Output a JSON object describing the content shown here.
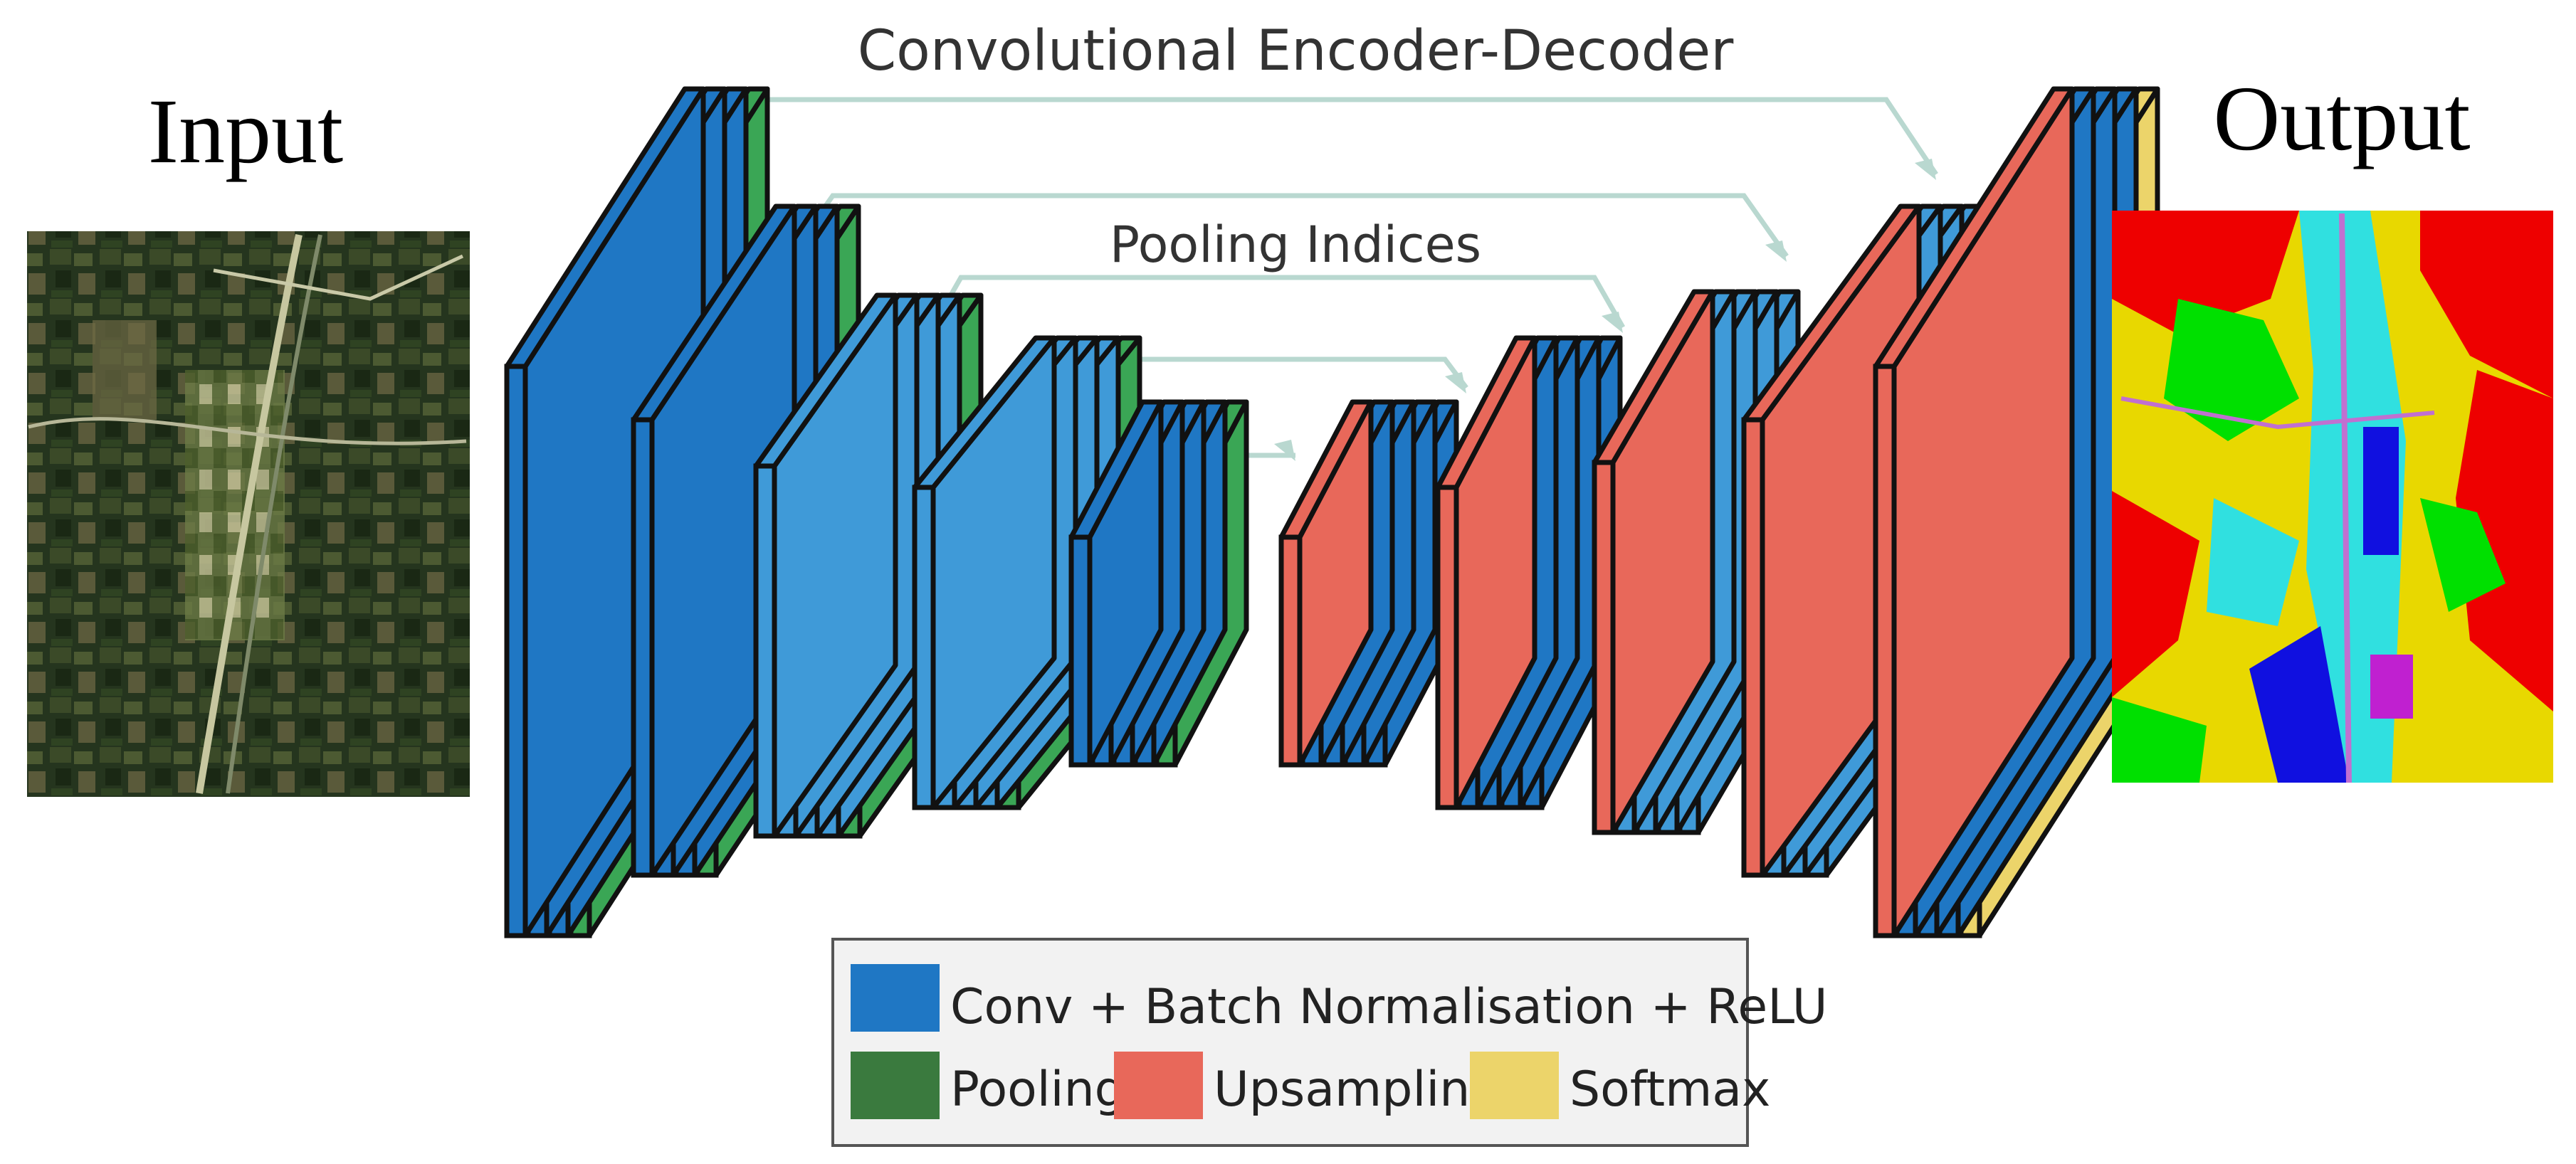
{
  "title": "Convolutional Encoder-Decoder",
  "skip_label": "Pooling Indices",
  "input_label": "Input",
  "output_label": "Output",
  "colors": {
    "conv": "#1f77c4",
    "conv_light": "#3f9ad8",
    "pool": "#3aa655",
    "upsample": "#e8685a",
    "softmax": "#ecd46a",
    "connector": "#b9d8d0",
    "stroke": "#111111"
  },
  "legend": {
    "items": [
      {
        "key": "conv",
        "label": "Conv + Batch Normalisation + ReLU",
        "swatch": "#1f77c4"
      },
      {
        "key": "pool",
        "label": "Pooling",
        "swatch": "#3a7a3e"
      },
      {
        "key": "upsample",
        "label": "Upsampling",
        "swatch": "#e8685a"
      },
      {
        "key": "softmax",
        "label": "Softmax",
        "swatch": "#ecd46a"
      }
    ]
  },
  "encoder_stages": [
    {
      "layers": [
        "conv",
        "conv",
        "conv",
        "pool"
      ]
    },
    {
      "layers": [
        "conv",
        "conv",
        "conv",
        "pool"
      ]
    },
    {
      "layers": [
        "conv",
        "conv",
        "conv",
        "conv",
        "pool"
      ]
    },
    {
      "layers": [
        "conv",
        "conv",
        "conv",
        "conv",
        "pool"
      ]
    },
    {
      "layers": [
        "conv",
        "conv",
        "conv",
        "conv",
        "pool"
      ]
    }
  ],
  "decoder_stages": [
    {
      "layers": [
        "upsample",
        "conv",
        "conv",
        "conv",
        "conv"
      ]
    },
    {
      "layers": [
        "upsample",
        "conv",
        "conv",
        "conv",
        "conv"
      ]
    },
    {
      "layers": [
        "upsample",
        "conv",
        "conv",
        "conv",
        "conv"
      ]
    },
    {
      "layers": [
        "upsample",
        "conv",
        "conv",
        "conv"
      ]
    },
    {
      "layers": [
        "upsample",
        "conv",
        "conv",
        "conv",
        "softmax"
      ]
    }
  ]
}
